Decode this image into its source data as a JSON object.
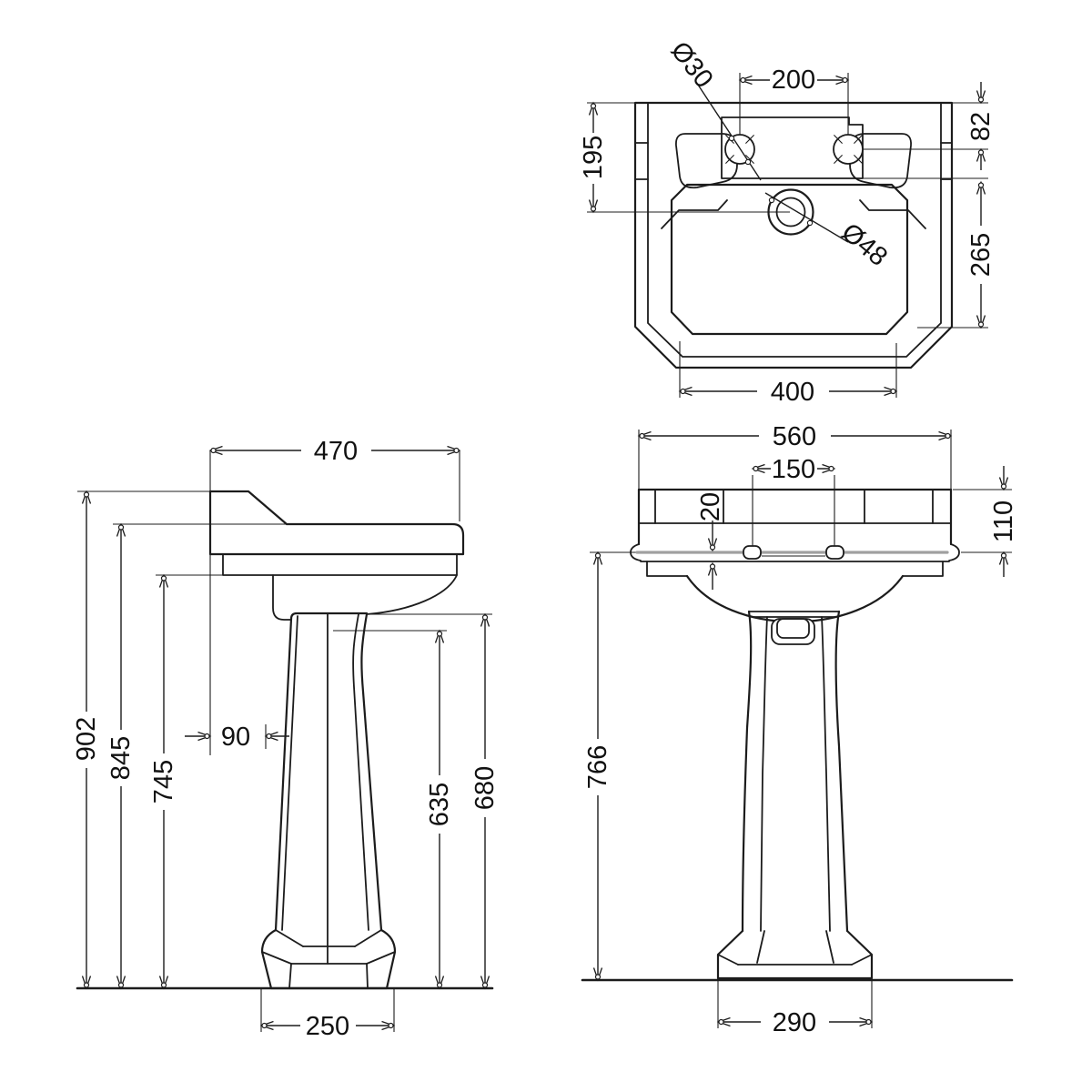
{
  "colors": {
    "line": "#1c1c1c",
    "background": "#ffffff",
    "shading": "#a0a0a0"
  },
  "plan_view": {
    "tap_hole_spacing": "200",
    "tap_hole_diameter": "Ø30",
    "rear_edge_to_tap_holes": "82",
    "rear_edge_to_waste_centre": "195",
    "tap_ledge_to_bowl_front": "265",
    "bowl_opening_width": "400",
    "waste_hole_diameter": "Ø48"
  },
  "side_view": {
    "overall_depth": "470",
    "overall_height": "902",
    "rim_height": "845",
    "basin_underside_height": "745",
    "wall_to_pedestal": "90",
    "pedestal_front_height": "635",
    "pedestal_rear_height": "680",
    "pedestal_base_depth": "250"
  },
  "front_view": {
    "overall_width": "560",
    "tap_hole_spacing": "150",
    "front_lip_thickness": "20",
    "rim_band_height": "110",
    "basin_underside_height": "766",
    "pedestal_base_width": "290"
  }
}
